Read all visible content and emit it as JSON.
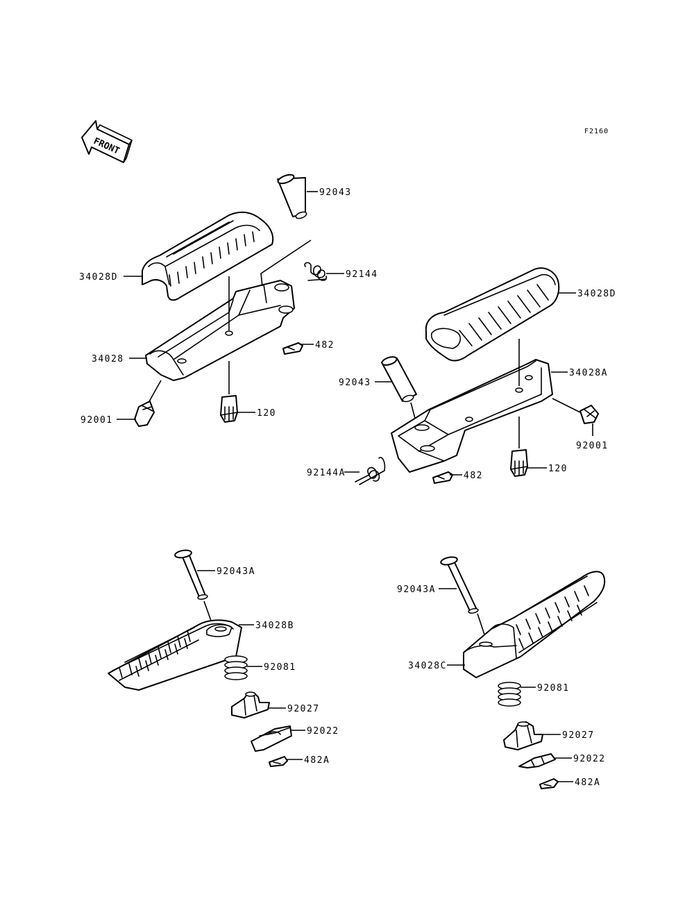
{
  "diagram_code": "F2160",
  "front_indicator": "FRONT",
  "callouts": {
    "tl_92043": "92043",
    "tl_92144": "92144",
    "tl_34028d": "34028D",
    "tl_34028": "34028",
    "tl_482": "482",
    "tl_92001": "92001",
    "tl_120": "120",
    "tr_34028d": "34028D",
    "tr_92043": "92043",
    "tr_34028a": "34028A",
    "tr_92001": "92001",
    "tr_92144a": "92144A",
    "tr_482": "482",
    "tr_120": "120",
    "bl_92043a": "92043A",
    "bl_34028b": "34028B",
    "bl_92081": "92081",
    "bl_92027": "92027",
    "bl_92022": "92022",
    "bl_482a": "482A",
    "br_92043a": "92043A",
    "br_34028c": "34028C",
    "br_92081": "92081",
    "br_92027": "92027",
    "br_92022": "92022",
    "br_482a": "482A"
  }
}
